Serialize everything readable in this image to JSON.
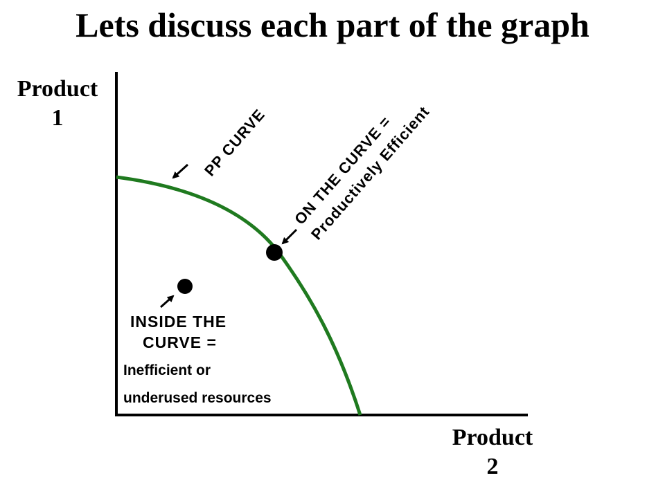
{
  "title": "Lets discuss each part of the graph",
  "axes": {
    "y_label_line1": "Product",
    "y_label_line2": "1",
    "x_label_line1": "Product",
    "x_label_line2": "2"
  },
  "annotations": {
    "pp_curve": "PP CURVE",
    "on_curve_line1": "ON THE CURVE =",
    "on_curve_line2": "Productively Efficient",
    "inside_line1": "INSIDE THE",
    "inside_line2": "CURVE =",
    "inside_line3": "Inefficient or",
    "inside_line4": "underused resources"
  },
  "colors": {
    "curve": "#1f7a1f",
    "axes": "#000000",
    "text": "#000000"
  }
}
